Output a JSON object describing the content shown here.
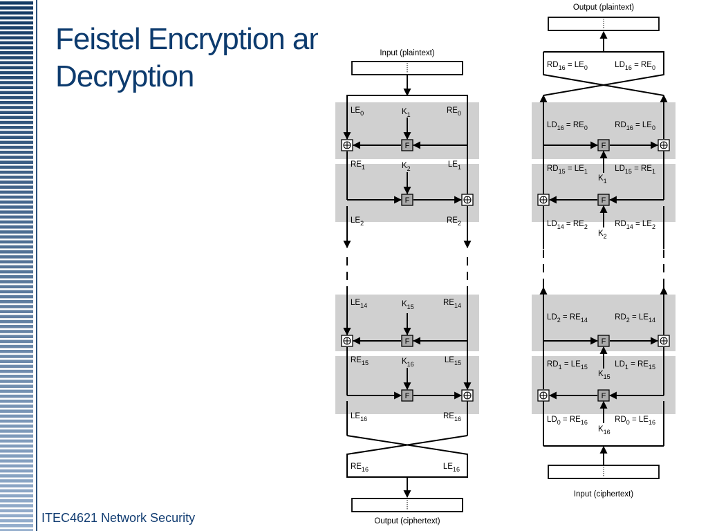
{
  "slide": {
    "title_line1": "Feistel Encryption and",
    "title_line2": "Decryption",
    "footer": "ITEC4621 Network Security"
  },
  "colors": {
    "title": "#0d3b6e",
    "stripe": "#1f4a78",
    "round_band": "#d0d0d0"
  },
  "encryption": {
    "input_label": "Input (plaintext)",
    "output_label": "Output (ciphertext)",
    "function_label": "F",
    "xor_symbol": "⊕",
    "rounds": [
      {
        "key": [
          "K",
          "1"
        ],
        "in_left": [
          "LE",
          "0"
        ],
        "in_right": [
          "RE",
          "0"
        ],
        "out_left": [
          "RE",
          "1"
        ],
        "out_right": [
          "LE",
          "1"
        ]
      },
      {
        "key": [
          "K",
          "2"
        ],
        "out_left": [
          "LE",
          "2"
        ],
        "out_right": [
          "RE",
          "2"
        ]
      },
      {
        "key": [
          "K",
          "15"
        ],
        "in_left": [
          "LE",
          "14"
        ],
        "in_right": [
          "RE",
          "14"
        ],
        "out_left": [
          "RE",
          "15"
        ],
        "out_right": [
          "LE",
          "15"
        ]
      },
      {
        "key": [
          "K",
          "16"
        ],
        "out_left": [
          "LE",
          "16"
        ],
        "out_right": [
          "RE",
          "16"
        ]
      }
    ],
    "swap_left": [
      "RE",
      "16"
    ],
    "swap_right": [
      "LE",
      "16"
    ]
  },
  "decryption": {
    "input_label": "Input (ciphertext)",
    "output_label": "Output (plaintext)",
    "function_label": "F",
    "xor_symbol": "⊕",
    "swap_left": [
      [
        "RD",
        "16"
      ],
      " = ",
      [
        "LE",
        "0"
      ]
    ],
    "swap_right": [
      [
        "LD",
        "16"
      ],
      " = ",
      [
        "RE",
        "0"
      ]
    ],
    "labels": [
      {
        "left": [
          [
            "LD",
            "16"
          ],
          " = ",
          [
            "RE",
            "0"
          ]
        ],
        "right": [
          [
            "RD",
            "16"
          ],
          " = ",
          [
            "LE",
            "0"
          ]
        ]
      },
      {
        "left": [
          [
            "RD",
            "15"
          ],
          " = ",
          [
            "LE",
            "1"
          ]
        ],
        "right": [
          [
            "LD",
            "15"
          ],
          " = ",
          [
            "RE",
            "1"
          ]
        ],
        "key": [
          "K",
          "1"
        ]
      },
      {
        "left": [
          [
            "LD",
            "14"
          ],
          " = ",
          [
            "RE",
            "2"
          ]
        ],
        "right": [
          [
            "RD",
            "14"
          ],
          " = ",
          [
            "LE",
            "2"
          ]
        ],
        "key": [
          "K",
          "2"
        ]
      },
      {
        "left": [
          [
            "LD",
            "2"
          ],
          " = ",
          [
            "RE",
            "14"
          ]
        ],
        "right": [
          [
            "RD",
            "2"
          ],
          " = ",
          [
            "LE",
            "14"
          ]
        ]
      },
      {
        "left": [
          [
            "RD",
            "1"
          ],
          " = ",
          [
            "LE",
            "15"
          ]
        ],
        "right": [
          [
            "LD",
            "1"
          ],
          " = ",
          [
            "RE",
            "15"
          ]
        ],
        "key": [
          "K",
          "15"
        ]
      },
      {
        "left": [
          [
            "LD",
            "0"
          ],
          " = ",
          [
            "RE",
            "16"
          ]
        ],
        "right": [
          [
            "RD",
            "0"
          ],
          " = ",
          [
            "LE",
            "16"
          ]
        ],
        "key": [
          "K",
          "16"
        ]
      }
    ]
  }
}
